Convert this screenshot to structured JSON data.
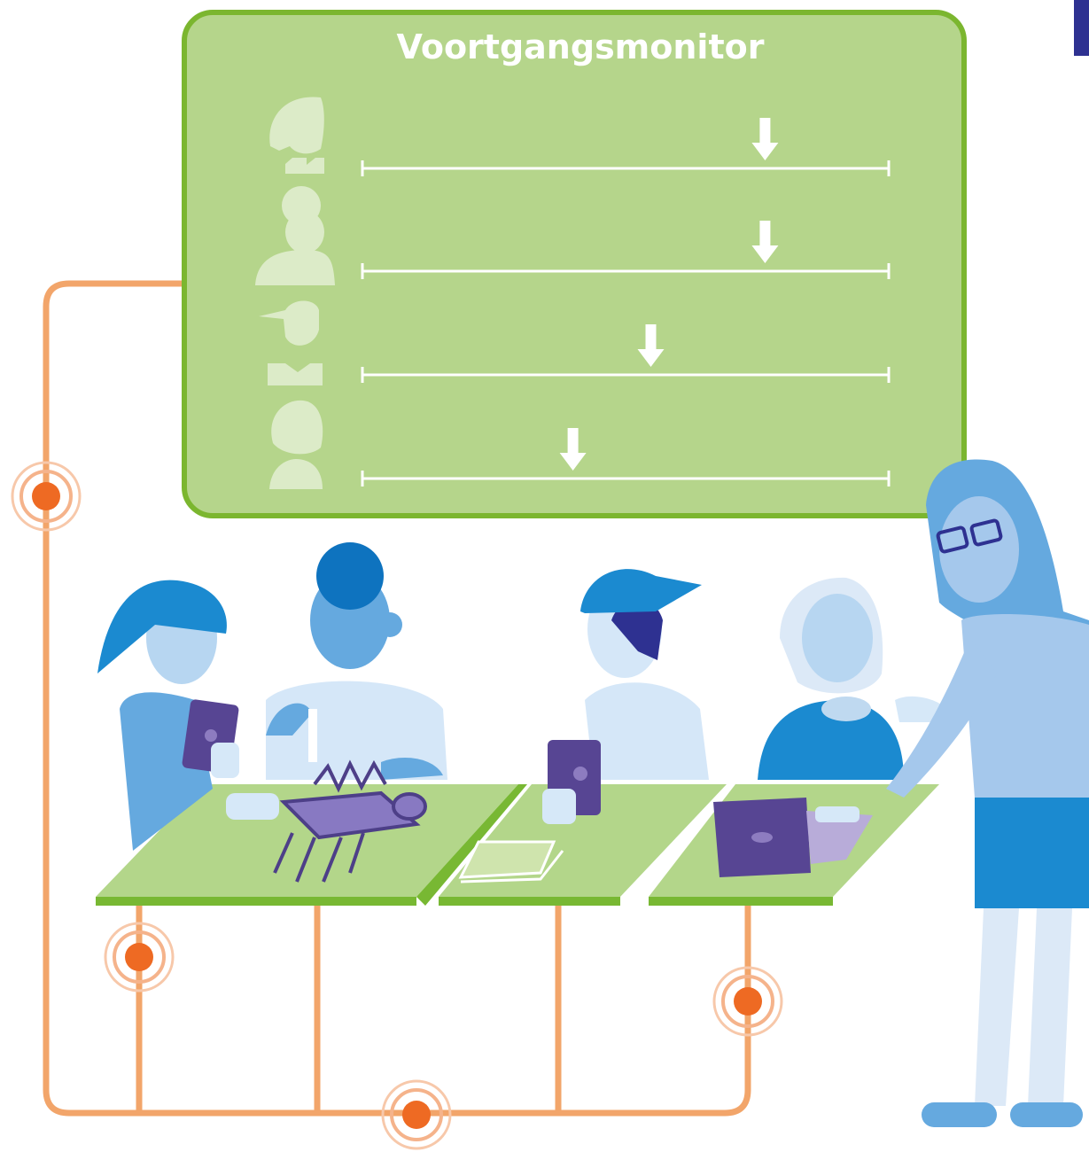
{
  "monitor": {
    "title": "Voortgangsmonitor",
    "rows": [
      {
        "avatar": "student-ponytail",
        "progress": 0.765
      },
      {
        "avatar": "student-curly",
        "progress": 0.765
      },
      {
        "avatar": "student-cap",
        "progress": 0.548
      },
      {
        "avatar": "student-bob",
        "progress": 0.4
      }
    ]
  },
  "colors": {
    "panel_fill": "#b5d58b",
    "panel_border": "#7bb62f",
    "table_top": "#b3d68a",
    "table_edge": "#78b833",
    "wire": "#f2a56a",
    "signal": "#ee6a23",
    "accent_corner": "#2e3191",
    "person_blue": "#65a9df",
    "person_light": "#b7d6f1",
    "device_purple": "#574593"
  }
}
